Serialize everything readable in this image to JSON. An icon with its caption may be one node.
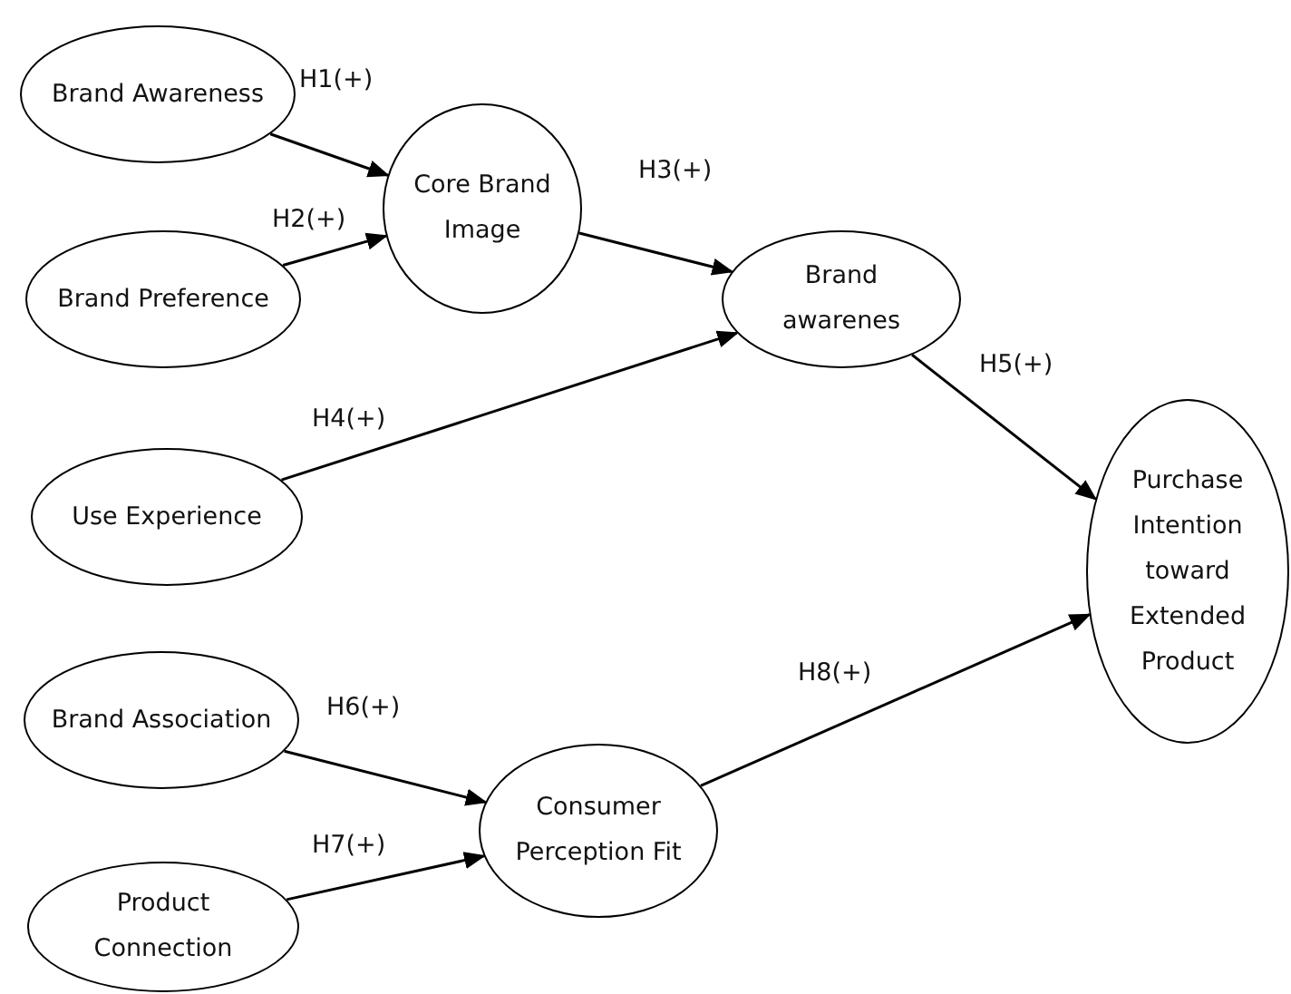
{
  "diagram": {
    "nodes": [
      {
        "text": [
          "Brand Awareness"
        ]
      },
      {
        "text": [
          "Brand Preference"
        ]
      },
      {
        "text": [
          "Core Brand Image"
        ]
      },
      {
        "text": [
          "Brand awarenes"
        ]
      },
      {
        "text": [
          "Use Experience"
        ]
      },
      {
        "text": [
          "Purchase Intention toward Extended Product"
        ]
      },
      {
        "text": [
          "Brand Association"
        ]
      },
      {
        "text": [
          "Product Connection"
        ]
      },
      {
        "text": [
          "Consumer Perception Fit"
        ]
      }
    ],
    "edges": [
      {
        "from": 0,
        "to": 2,
        "arrow": "to",
        "label": "H1(+)"
      },
      {
        "from": 1,
        "to": 2,
        "arrow": "to",
        "label": "H2(+)"
      },
      {
        "from": 2,
        "to": 3,
        "arrow": "to",
        "label": "H3(+)"
      },
      {
        "from": 4,
        "to": 3,
        "arrow": "to",
        "label": "H4(+)"
      },
      {
        "from": 3,
        "to": 5,
        "arrow": "to",
        "label": "H5(+)"
      },
      {
        "from": 6,
        "to": 8,
        "arrow": "to",
        "label": "H6(+)"
      },
      {
        "from": 7,
        "to": 8,
        "arrow": "to",
        "label": "H7(+)"
      },
      {
        "from": 8,
        "to": 5,
        "arrow": "to",
        "label": "H8(+)"
      }
    ]
  }
}
